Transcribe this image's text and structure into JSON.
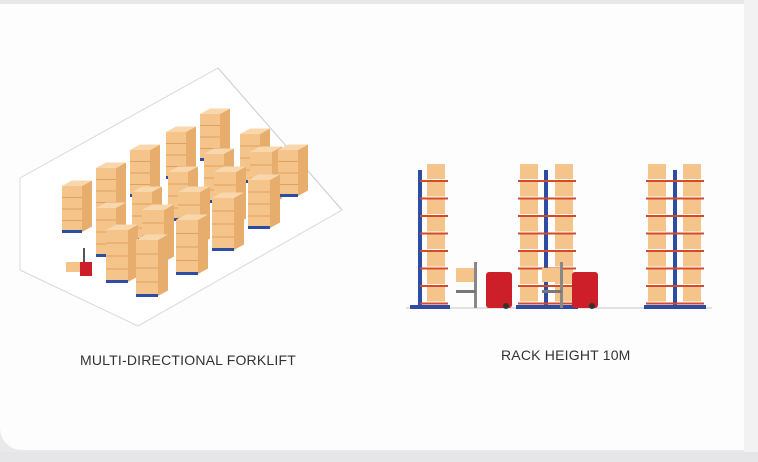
{
  "panels": [
    {
      "caption": "MULTI-DIRECTIONAL FORKLIFT",
      "illustration": "isometric-warehouse-racking"
    },
    {
      "caption": "RACK HEIGHT 10M",
      "illustration": "rack-elevation-with-reach-trucks"
    }
  ],
  "colors": {
    "wall": "#d9d4e6",
    "floor": "#ffffff",
    "box": "#f4c48a",
    "box_side": "#e6ad6c",
    "upright": "#2d4da3",
    "beam": "#d64a2a",
    "forklift": "#cc1f2a"
  }
}
